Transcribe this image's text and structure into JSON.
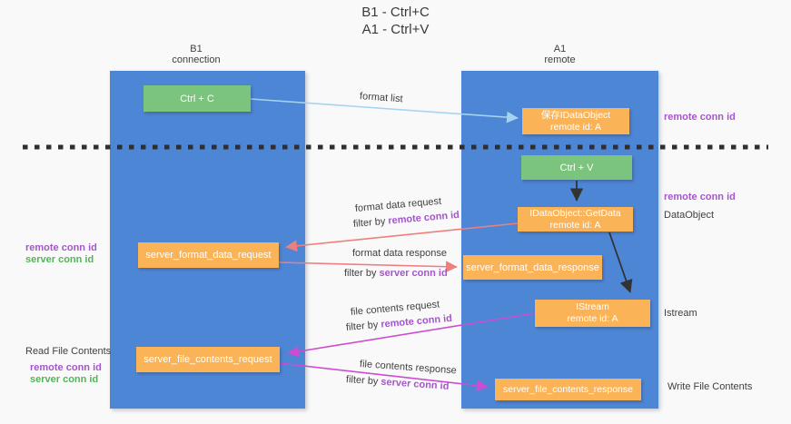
{
  "title": {
    "line1": "B1 - Ctrl+C",
    "line2": "A1 - Ctrl+V"
  },
  "columns": {
    "left": {
      "name": "B1",
      "role": "connection"
    },
    "right": {
      "name": "A1",
      "role": "remote"
    }
  },
  "nodes": {
    "ctrl_c": {
      "label": "Ctrl + C"
    },
    "saved_dataobject": {
      "line1": "保存IDataObject",
      "line2": "remote id: A"
    },
    "ctrl_v": {
      "label": "Ctrl + V"
    },
    "getdata": {
      "line1": "IDataObject::GetData",
      "line2": "remote id: A"
    },
    "istream": {
      "line1": "IStream",
      "line2": "remote id: A"
    },
    "format_request": {
      "label": "server_format_data_request"
    },
    "format_response": {
      "label": "server_format_data_response"
    },
    "file_request": {
      "label": "server_file_contents_request"
    },
    "file_response": {
      "label": "server_file_contents_response"
    }
  },
  "edge_labels": {
    "format_list": "format list",
    "format_data_request": "format data request",
    "format_data_response": "format data response",
    "file_contents_request": "file contents request",
    "file_contents_response": "file contents response",
    "filter_by": "filter by",
    "remote_conn_id": "remote conn id",
    "server_conn_id": "server conn id"
  },
  "side_labels": {
    "remote_conn_id": "remote conn id",
    "server_conn_id": "server conn id",
    "dataobject": "DataObject",
    "istream": "Istream",
    "read_file_contents": "Read File Contents",
    "write_file_contents": "Write File Contents"
  },
  "colors": {
    "lifeline_blue": "#4E86D6",
    "node_orange": "#FBB357",
    "node_green": "#7BC47D",
    "arrow_blue": "#A5D3F1",
    "arrow_red": "#EF7E7E",
    "arrow_magenta": "#CB4DD1",
    "arrow_black": "#333333",
    "text_purple": "#A456CB",
    "text_green": "#54B459",
    "text_dark": "#3F3F3F",
    "background": "#F9F9F9"
  }
}
